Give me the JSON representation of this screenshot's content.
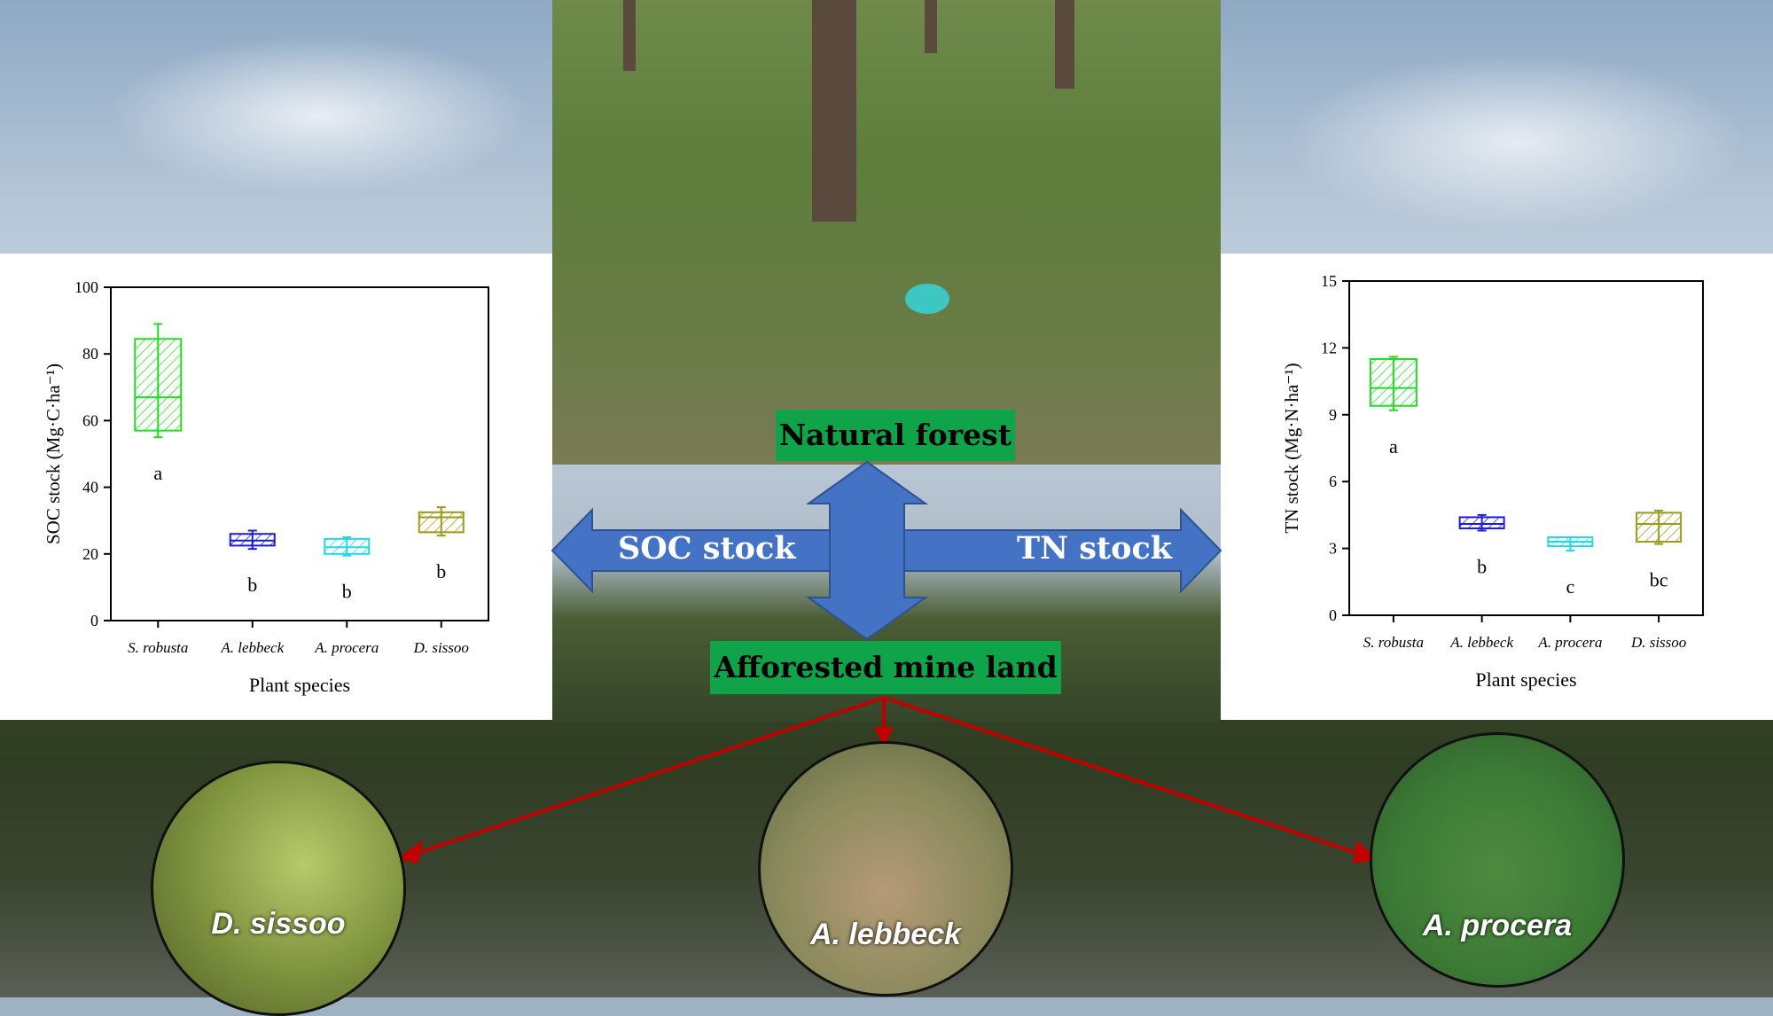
{
  "labels": {
    "natural_forest": "Natural forest",
    "afforested_mine_land": "Afforested mine land",
    "soc_stock_arrow": "SOC stock",
    "tn_stock_arrow": "TN stock"
  },
  "circles": [
    {
      "label": "D. sissoo"
    },
    {
      "label": "A. lebbeck"
    },
    {
      "label": "A. procera"
    }
  ],
  "colors": {
    "green_label": "#10a44a",
    "arrow_blue": "#4472c4",
    "link_red": "#c00000"
  },
  "chart_data": [
    {
      "type": "box",
      "title": "",
      "xlabel": "Plant species",
      "ylabel": "SOC stock (Mg·C·ha⁻¹)",
      "ylim": [
        0,
        100
      ],
      "yticks": [
        0,
        20,
        40,
        60,
        80,
        100
      ],
      "categories": [
        "S. robusta",
        "A. lebbeck",
        "A. procera",
        "D. sissoo"
      ],
      "boxes": [
        {
          "min": 55,
          "q1": 57,
          "median": 67,
          "q3": 84.5,
          "max": 89,
          "color": "#22dd22",
          "letter": "a"
        },
        {
          "min": 21.5,
          "q1": 22.5,
          "median": 24,
          "q3": 26,
          "max": 27,
          "color": "#1c1cdc",
          "letter": "b"
        },
        {
          "min": 19.5,
          "q1": 20,
          "median": 22,
          "q3": 24.5,
          "max": 25,
          "color": "#22d8e6",
          "letter": "b"
        },
        {
          "min": 25.5,
          "q1": 26.5,
          "median": 31,
          "q3": 32.5,
          "max": 34,
          "color": "#9a9a1c",
          "letter": "b"
        }
      ]
    },
    {
      "type": "box",
      "title": "",
      "xlabel": "Plant species",
      "ylabel": "TN stock (Mg·N·ha⁻¹)",
      "ylim": [
        0,
        15
      ],
      "yticks": [
        0,
        3,
        6,
        9,
        12,
        15
      ],
      "categories": [
        "S. robusta",
        "A. lebbeck",
        "A. procera",
        "D. sissoo"
      ],
      "boxes": [
        {
          "min": 9.2,
          "q1": 9.4,
          "median": 10.2,
          "q3": 11.5,
          "max": 11.6,
          "color": "#22dd22",
          "letter": "a"
        },
        {
          "min": 3.8,
          "q1": 3.9,
          "median": 4.1,
          "q3": 4.4,
          "max": 4.5,
          "color": "#1c1cdc",
          "letter": "b"
        },
        {
          "min": 2.9,
          "q1": 3.1,
          "median": 3.3,
          "q3": 3.5,
          "max": 3.5,
          "color": "#22d8e6",
          "letter": "c"
        },
        {
          "min": 3.2,
          "q1": 3.3,
          "median": 4.1,
          "q3": 4.6,
          "max": 4.7,
          "color": "#9a9a1c",
          "letter": "bc"
        }
      ]
    }
  ]
}
